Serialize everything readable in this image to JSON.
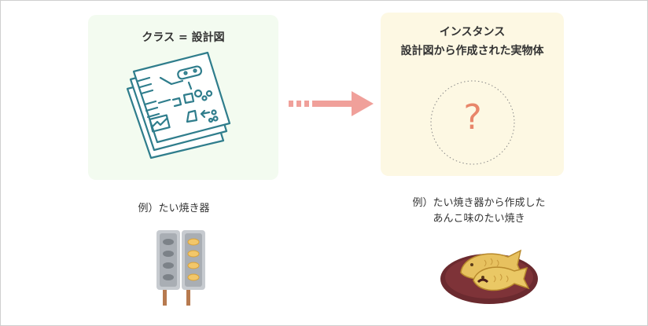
{
  "class_panel": {
    "title": "クラス = 設計図"
  },
  "instance_panel": {
    "title_line1": "インスタンス",
    "title_line2": "設計図から作成された実物体",
    "placeholder_symbol": "?"
  },
  "captions": {
    "class_example": "例）たい焼き器",
    "instance_example_line1": "例）たい焼き器から作成した",
    "instance_example_line2": "あんこ味のたい焼き"
  },
  "colors": {
    "class_panel_bg": "#f3fbf0",
    "instance_panel_bg": "#fdf8e3",
    "arrow": "#f0a09a",
    "question_mark": "#e8866a",
    "blueprint_lines": "#2f7d8c"
  },
  "icons": {
    "blueprint": "blueprint-icon",
    "arrow": "dashed-arrow-icon",
    "taiyaki_mold": "taiyaki-mold-icon",
    "taiyaki_plate": "taiyaki-plate-icon"
  }
}
